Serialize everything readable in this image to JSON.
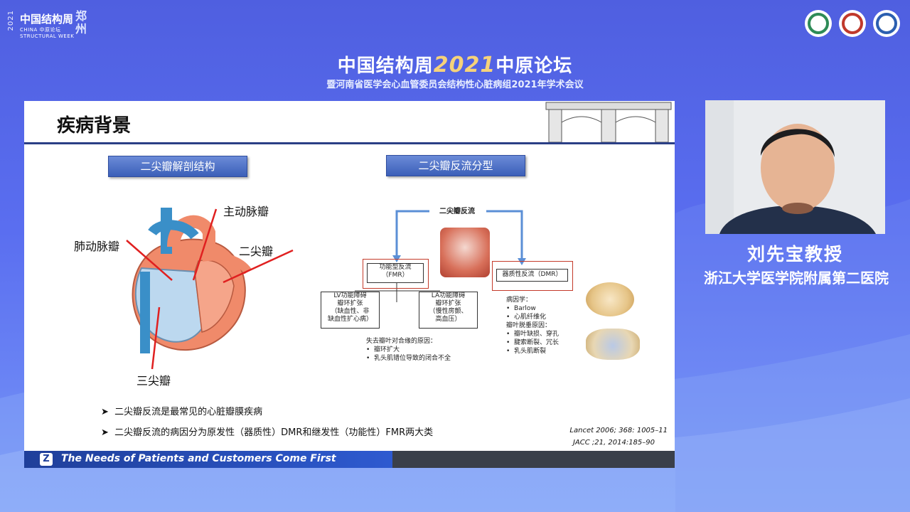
{
  "event": {
    "brand_year": "2021",
    "brand_cn": "中国结构周",
    "brand_en_line1": "CHINA 中原论坛",
    "brand_en_line2": "STRUCTURAL WEEK",
    "brand_city": "郑州",
    "title_left": "中国结构周",
    "title_year": "2021",
    "title_right": "中原论坛",
    "subtitle": "暨河南省医学会心血管委员会结构性心脏病组2021年学术会议"
  },
  "slide": {
    "title": "疾病背景",
    "section_left_heading": "二尖瓣解剖结构",
    "section_right_heading": "二尖瓣反流分型",
    "anatomy_labels": {
      "aortic": "主动脉瓣",
      "pulmonary": "肺动脉瓣",
      "mitral": "二尖瓣",
      "tricuspid": "三尖瓣"
    },
    "flow": {
      "root": "二尖瓣反流",
      "fmr_line1": "功能型反流",
      "fmr_line2": "（FMR）",
      "dmr": "器质性反流（DMR）",
      "lv_box": [
        "LV功能障碍",
        "瓣环扩张",
        "（缺血性、非",
        "缺血性扩心病）"
      ],
      "la_box": [
        "LA功能障碍",
        "瓣环扩张",
        "（慢性房颤、",
        "高血压）"
      ],
      "coaptation_title": "失去瓣叶对合缘的原因：",
      "coaptation_items": [
        "瓣环扩大",
        "乳头肌错位导致的闭合不全"
      ],
      "etiology_title": "病因学：",
      "etiology_items": [
        "Barlow",
        "心肌纤维化"
      ],
      "prolapse_title": "瓣叶脱垂原因：",
      "prolapse_items": [
        "瓣叶缺损、穿孔",
        "腱索断裂、冗长",
        "乳头肌断裂"
      ]
    },
    "bullets": [
      "二尖瓣反流是最常见的心脏瓣膜疾病",
      "二尖瓣反流的病因分为原发性（器质性）DMR和继发性（功能性）FMR两大类"
    ],
    "references": [
      "Lancet 2006; 368: 1005–11",
      "JACC ;21, 2014:185–90"
    ],
    "footer_slogan": "The Needs of Patients and Customers Come First",
    "footer_logo": "Z"
  },
  "speaker": {
    "name": "刘先宝教授",
    "affiliation": "浙江大学医学院附属第二医院"
  },
  "colors": {
    "background": "#5a6ef0",
    "accent_gold": "#f6d27a",
    "slide_header_line": "#2b3f86",
    "flow_arrow": "#5b8fd6",
    "red_box": "#c43a2a"
  }
}
